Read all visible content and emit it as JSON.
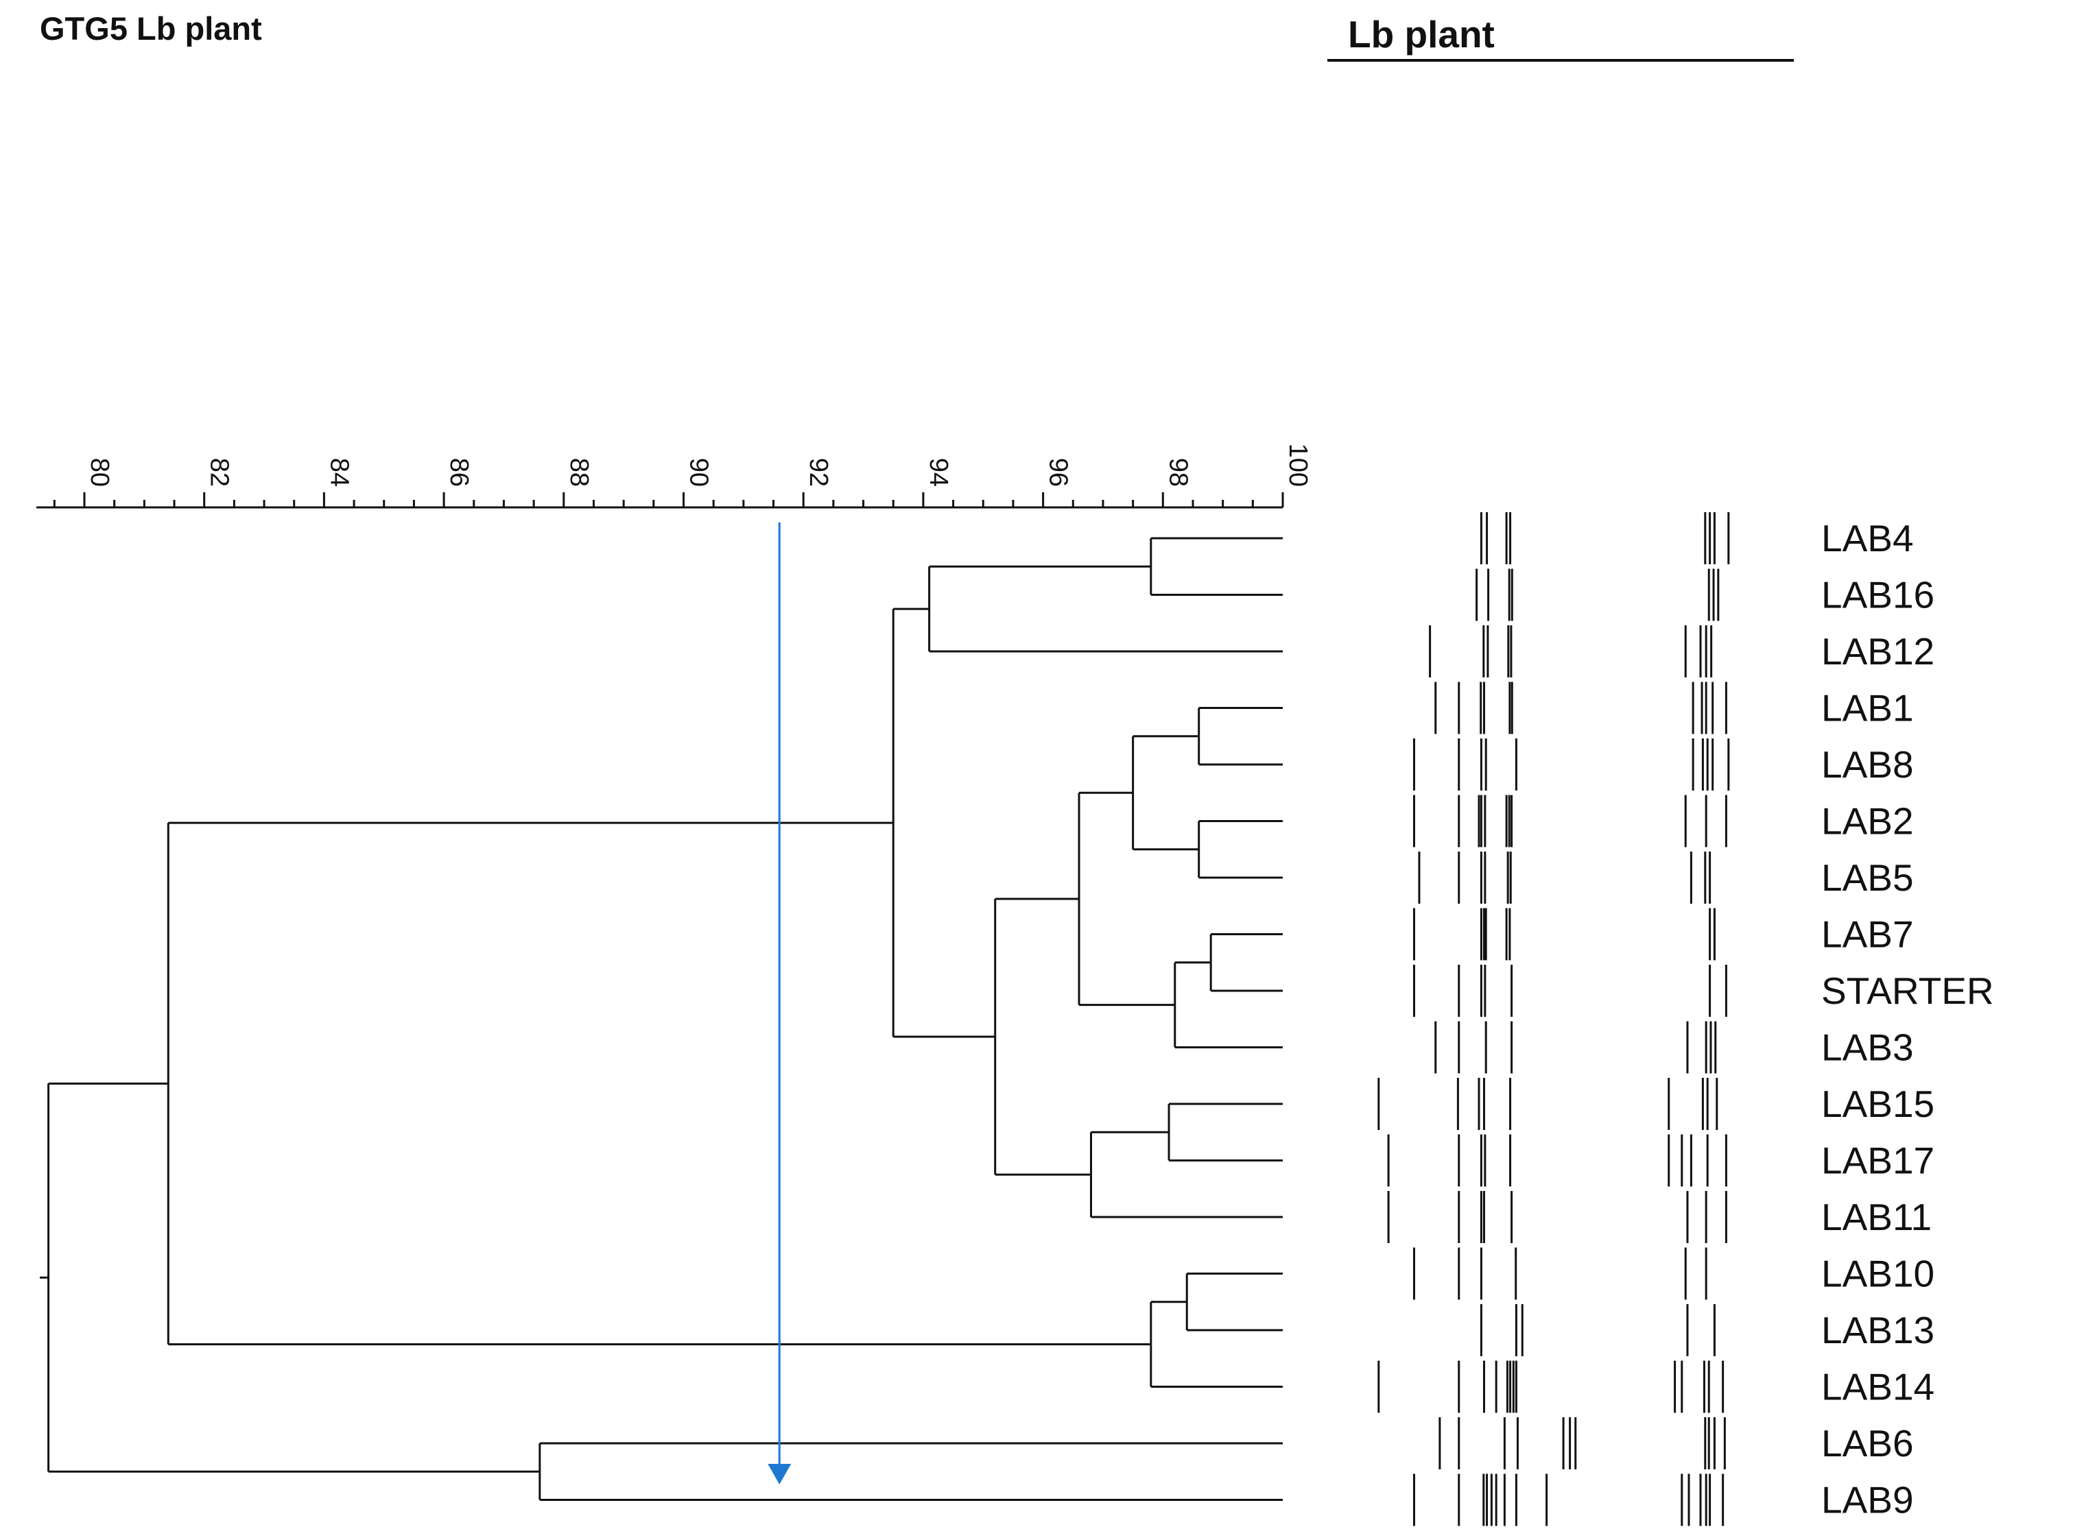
{
  "title": "GTG5 Lb plant",
  "panel_header": "Lb plant",
  "scale": {
    "min": 79.2,
    "max": 100,
    "major_ticks": [
      "80",
      "82",
      "84",
      "86",
      "88",
      "90",
      "92",
      "94",
      "96",
      "98",
      "100"
    ],
    "minor_step": 0.5
  },
  "cutoff": {
    "similarity": 91.6,
    "color": "#1f78d1"
  },
  "leaves": [
    "LAB4",
    "LAB16",
    "LAB12",
    "LAB1",
    "LAB8",
    "LAB2",
    "LAB5",
    "LAB7",
    "STARTER",
    "LAB3",
    "LAB15",
    "LAB17",
    "LAB11",
    "LAB10",
    "LAB13",
    "LAB14",
    "LAB6",
    "LAB9"
  ],
  "tree": {
    "s": 79.4,
    "c": [
      {
        "s": 81.4,
        "c": [
          {
            "s": 93.5,
            "c": [
              {
                "s": 94.1,
                "c": [
                  {
                    "s": 97.8,
                    "c": [
                      "LAB4",
                      "LAB16"
                    ]
                  },
                  "LAB12"
                ]
              },
              {
                "s": 95.2,
                "c": [
                  {
                    "s": 96.6,
                    "c": [
                      {
                        "s": 97.5,
                        "c": [
                          {
                            "s": 98.6,
                            "c": [
                              "LAB1",
                              "LAB8"
                            ]
                          },
                          {
                            "s": 98.6,
                            "c": [
                              "LAB2",
                              "LAB5"
                            ]
                          }
                        ]
                      },
                      {
                        "s": 98.2,
                        "c": [
                          {
                            "s": 98.8,
                            "c": [
                              "LAB7",
                              "STARTER"
                            ]
                          },
                          "LAB3"
                        ]
                      }
                    ]
                  },
                  {
                    "s": 96.8,
                    "c": [
                      {
                        "s": 98.1,
                        "c": [
                          "LAB15",
                          "LAB17"
                        ]
                      },
                      "LAB11"
                    ]
                  }
                ]
              }
            ]
          },
          {
            "s": 97.8,
            "c": [
              {
                "s": 98.4,
                "c": [
                  "LAB10",
                  "LAB13"
                ]
              },
              "LAB14"
            ]
          }
        ]
      },
      {
        "s": 87.6,
        "c": [
          "LAB6",
          "LAB9"
        ]
      }
    ]
  },
  "band_profiles": [
    [
      0.33,
      0.342,
      0.384,
      0.392,
      0.81,
      0.82,
      0.83,
      0.86
    ],
    [
      0.32,
      0.345,
      0.39,
      0.396,
      0.818,
      0.828,
      0.838
    ],
    [
      0.22,
      0.335,
      0.344,
      0.388,
      0.394,
      0.768,
      0.8,
      0.812,
      0.823
    ],
    [
      0.232,
      0.282,
      0.329,
      0.336,
      0.391,
      0.396,
      0.784,
      0.803,
      0.812,
      0.826,
      0.855
    ],
    [
      0.186,
      0.282,
      0.33,
      0.34,
      0.405,
      0.784,
      0.805,
      0.815,
      0.826,
      0.86
    ],
    [
      0.186,
      0.282,
      0.325,
      0.33,
      0.338,
      0.384,
      0.39,
      0.395,
      0.768,
      0.812,
      0.855
    ],
    [
      0.197,
      0.282,
      0.33,
      0.338,
      0.387,
      0.393,
      0.78,
      0.81,
      0.82
    ],
    [
      0.186,
      0.33,
      0.336,
      0.34,
      0.384,
      0.391,
      0.82,
      0.83
    ],
    [
      0.186,
      0.282,
      0.33,
      0.338,
      0.395,
      0.82,
      0.855
    ],
    [
      0.232,
      0.282,
      0.34,
      0.395,
      0.772,
      0.812,
      0.822,
      0.832
    ],
    [
      0.11,
      0.28,
      0.325,
      0.336,
      0.392,
      0.732,
      0.805,
      0.815,
      0.835
    ],
    [
      0.131,
      0.282,
      0.33,
      0.338,
      0.392,
      0.732,
      0.76,
      0.78,
      0.815,
      0.855
    ],
    [
      0.131,
      0.282,
      0.33,
      0.336,
      0.395,
      0.772,
      0.812,
      0.855
    ],
    [
      0.186,
      0.282,
      0.33,
      0.404,
      0.768,
      0.812
    ],
    [
      0.33,
      0.405,
      0.418,
      0.772,
      0.83
    ],
    [
      0.11,
      0.282,
      0.336,
      0.362,
      0.386,
      0.392,
      0.399,
      0.405,
      0.745,
      0.76,
      0.808,
      0.818,
      0.848
    ],
    [
      0.241,
      0.282,
      0.38,
      0.408,
      0.506,
      0.52,
      0.532,
      0.81,
      0.818,
      0.83,
      0.852
    ],
    [
      0.186,
      0.282,
      0.335,
      0.342,
      0.352,
      0.362,
      0.38,
      0.405,
      0.47,
      0.76,
      0.775,
      0.8,
      0.812,
      0.82,
      0.848
    ]
  ]
}
